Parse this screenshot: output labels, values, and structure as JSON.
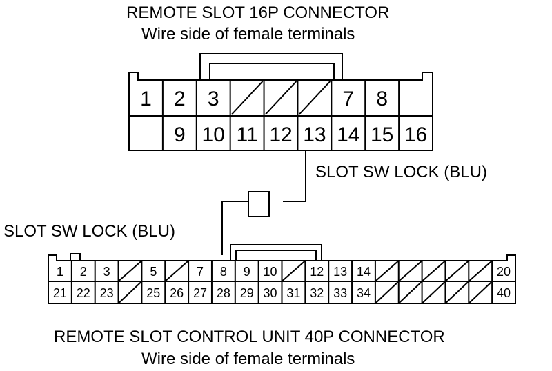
{
  "connector_16p": {
    "title": "REMOTE SLOT 16P CONNECTOR",
    "subtitle": "Wire side of female terminals",
    "top_row": [
      "1",
      "2",
      "3",
      "",
      "",
      "",
      "7",
      "8",
      ""
    ],
    "bottom_row": [
      "",
      "9",
      "10",
      "11",
      "12",
      "13",
      "14",
      "15",
      "16"
    ]
  },
  "connector_40p": {
    "title": "REMOTE SLOT CONTROL UNIT 40P CONNECTOR",
    "subtitle": "Wire side of female terminals",
    "top_row": [
      "1",
      "2",
      "3",
      "",
      "5",
      "",
      "7",
      "8",
      "9",
      "10",
      "",
      "12",
      "13",
      "14",
      "",
      "",
      "",
      "",
      "",
      "20"
    ],
    "bottom_row": [
      "21",
      "22",
      "23",
      "",
      "25",
      "26",
      "27",
      "28",
      "29",
      "30",
      "31",
      "32",
      "33",
      "34",
      "",
      "",
      "",
      "",
      "",
      "40"
    ]
  },
  "wire_labels": {
    "upper": "SLOT SW LOCK (BLU)",
    "lower": "SLOT SW LOCK (BLU)"
  }
}
